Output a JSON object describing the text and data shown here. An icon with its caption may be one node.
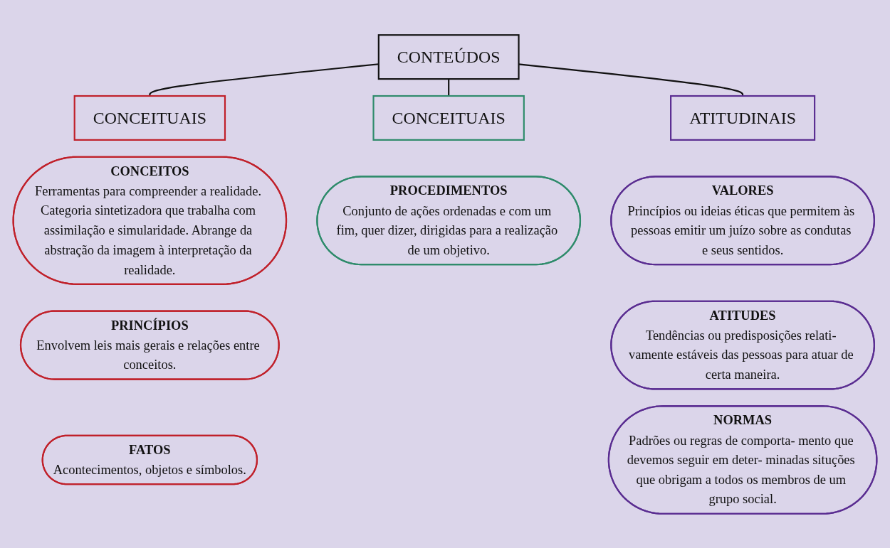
{
  "diagram": {
    "nodes": [
      {
        "text": [
          "CONTEÚDOS"
        ]
      },
      {
        "text": [
          "CONCEITUAIS"
        ]
      },
      {
        "text": [
          "CONCEITUAIS"
        ]
      },
      {
        "text": [
          "ATITUDINAIS"
        ]
      },
      {
        "text": [
          "CONCEITOS",
          "Ferramentas para compreender a realidade. Categoria sintetizadora que trabalha com assimilação e simularidade. Abrange da abstração da imagem à interpretação da realidade."
        ]
      },
      {
        "text": [
          "PRINCÍPIOS",
          "Envolvem leis mais gerais e relações entre conceitos."
        ]
      },
      {
        "text": [
          "FATOS",
          "Acontecimentos, objetos e símbolos."
        ]
      },
      {
        "text": [
          "PROCEDIMENTOS",
          "Conjunto de ações ordenadas e com um fim, quer dizer, dirigidas para a realização de um objetivo."
        ]
      },
      {
        "text": [
          "VALORES",
          "Princípios ou ideias éticas que permitem às pessoas emitir um juízo sobre as condutas e seus sentidos."
        ]
      },
      {
        "text": [
          "ATITUDES",
          "Tendências ou predisposições relati- vamente estáveis das pessoas para atuar de certa maneira."
        ]
      },
      {
        "text": [
          "NORMAS",
          "Padrões ou regras de comporta- mento que devemos seguir em deter- minadas situções que obrigam a todos os membros de um grupo social."
        ]
      }
    ],
    "edges": [
      {
        "from": 0,
        "to": 1,
        "arrow": "none"
      },
      {
        "from": 0,
        "to": 2,
        "arrow": "none"
      },
      {
        "from": 0,
        "to": 3,
        "arrow": "none"
      }
    ]
  }
}
